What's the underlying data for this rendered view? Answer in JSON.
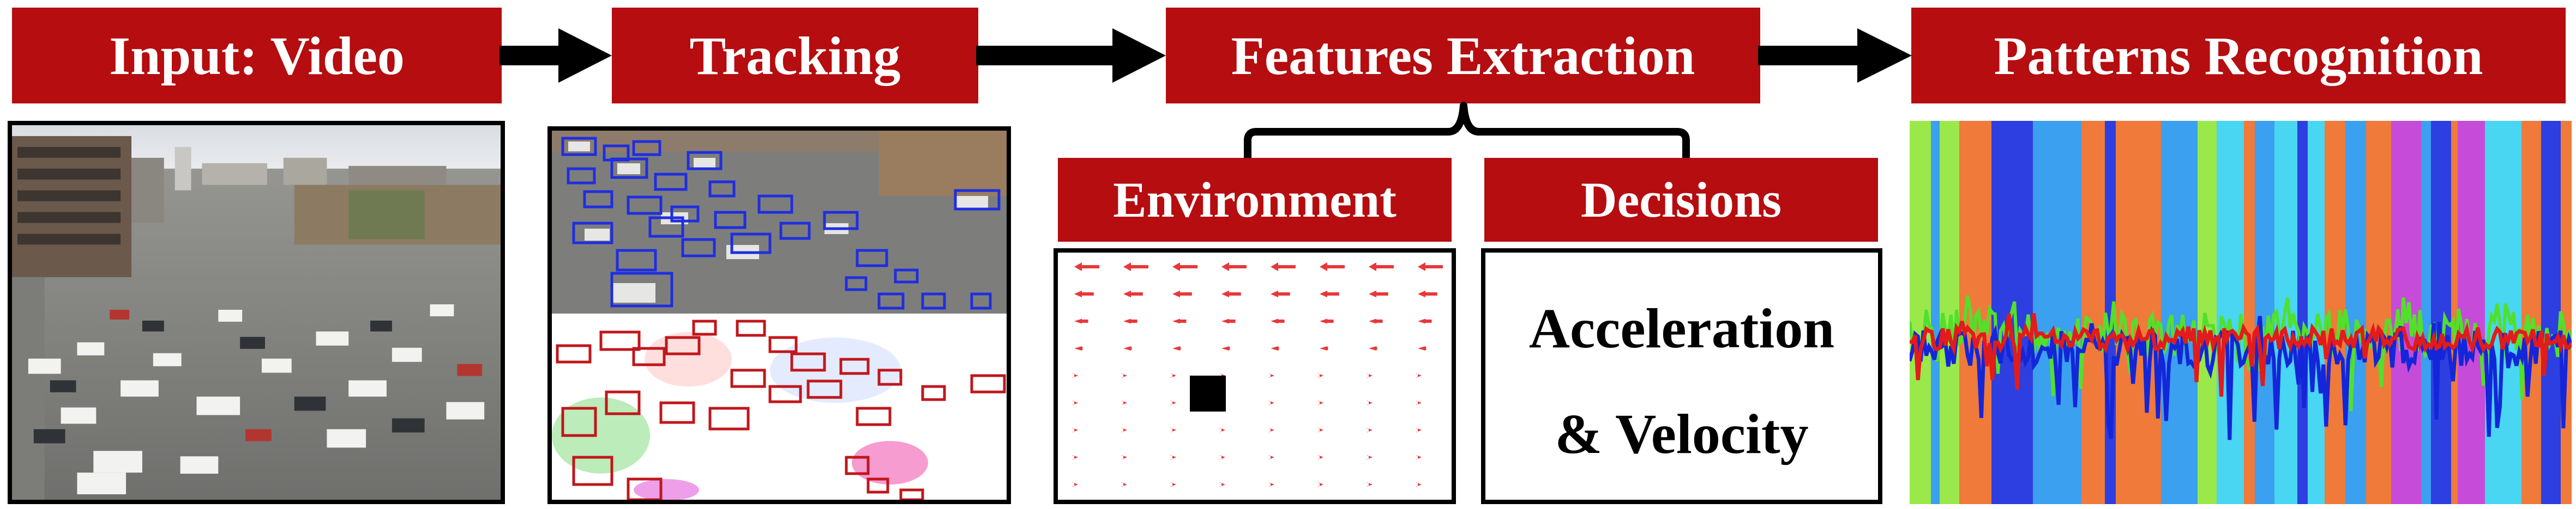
{
  "pipeline": {
    "stages": [
      {
        "title": "Input: Video"
      },
      {
        "title": "Tracking"
      },
      {
        "title": "Features Extraction"
      },
      {
        "title": "Patterns Recognition"
      }
    ],
    "features": {
      "environment": {
        "title": "Environment"
      },
      "decisions": {
        "title": "Decisions",
        "line1": "Acceleration",
        "line2": "& Velocity"
      }
    }
  },
  "colors": {
    "header_bg": "#b50d10",
    "header_text": "#ffffff",
    "arrow": "#000000",
    "tracking_box_top": "#1f2ee0",
    "tracking_box_bottom": "#c0171c",
    "flow_arrow": "#e8383a",
    "signal_red": "#e21b1b",
    "signal_blue": "#1426d9",
    "signal_green": "#52e02b"
  },
  "icons": {
    "flow_arrow": "left-arrow-icon",
    "agent_marker": "square-icon"
  }
}
